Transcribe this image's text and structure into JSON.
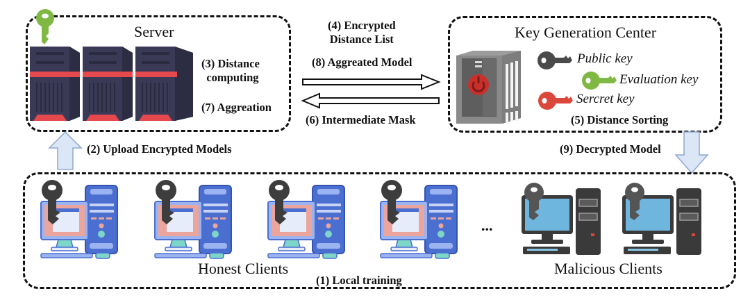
{
  "server": {
    "title": "Server",
    "distance_computing": [
      "(3) Distance",
      "computing"
    ],
    "aggregation": "(7) Aggreation"
  },
  "kgc": {
    "title": "Key Generation Center",
    "keys": [
      {
        "label": "Public key",
        "color": "#4a4a4a"
      },
      {
        "label": "Evaluation key",
        "color": "#7fb843"
      },
      {
        "label": "Sercret key",
        "color": "#d9483b"
      }
    ],
    "distance_sorting": "(5) Distance Sorting"
  },
  "flows": {
    "encrypted_distance_list": [
      "(4) Encrypted",
      "Distance List"
    ],
    "aggregated_model": "(8) Aggreated Model",
    "intermediate_mask": "(6) Intermediate Mask",
    "upload_encrypted_models": "(2) Upload Encrypted Models",
    "decrypted_model": "(9) Decrypted Model"
  },
  "clients": {
    "honest_label": "Honest Clients",
    "malicious_label": "Malicious Clients",
    "local_training": "(1) Local training",
    "ellipsis": "...",
    "honest_count": 4,
    "malicious_count": 2
  },
  "colors": {
    "server_body": "#3a3a56",
    "server_accent": "#e5484d",
    "server_key": "#7fb843",
    "arrow_fill": "#dbe6f7",
    "arrow_stroke": "#8fa8cf",
    "honest_pc_blue": "#4a6fd1",
    "honest_pc_screen": "#eca59c",
    "malicious_pc_dark": "#3a3a3a",
    "malicious_pc_screen": "#6fb6de"
  }
}
